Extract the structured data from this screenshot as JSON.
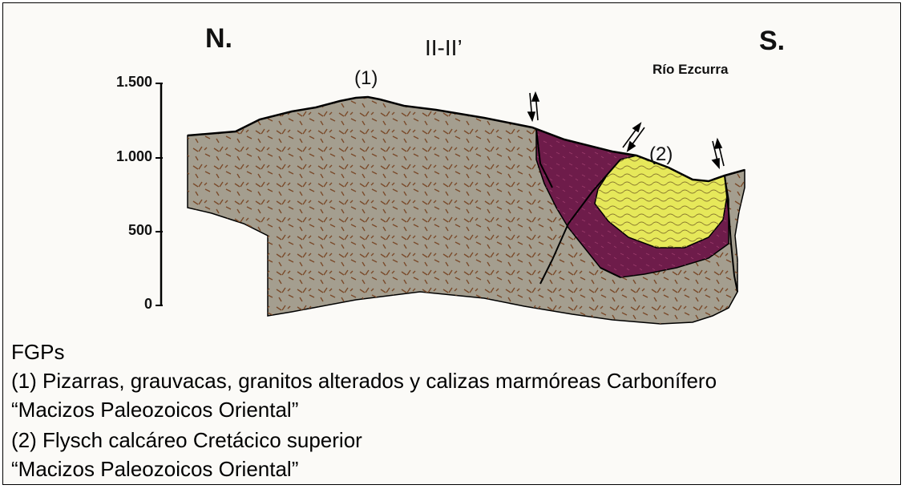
{
  "title": "II-II’",
  "directions": {
    "north": "N.",
    "south": "S."
  },
  "river_label": "Río Ezcurra",
  "unit_labels": {
    "unit1": "(1)",
    "unit2": "(2)"
  },
  "vertical_axis": {
    "ticks": [
      "1.500",
      "1.000",
      "500",
      "0"
    ]
  },
  "colors": {
    "unit1_fill": "#a49e8f",
    "unit1_pattern": "#7a4a2a",
    "purple_fill": "#6e1c4a",
    "unit2_fill": "#e6e85a",
    "line": "#000000"
  },
  "legend": {
    "heading": "FGPs",
    "items": [
      "(1) Pizarras, grauvacas, granitos alterados y calizas marmóreas Carbonífero",
      "“Macizos Paleozoicos Oriental”",
      "(2) Flysch calcáreo Cretácico superior",
      "“Macizos Paleozoicos Oriental”"
    ]
  }
}
